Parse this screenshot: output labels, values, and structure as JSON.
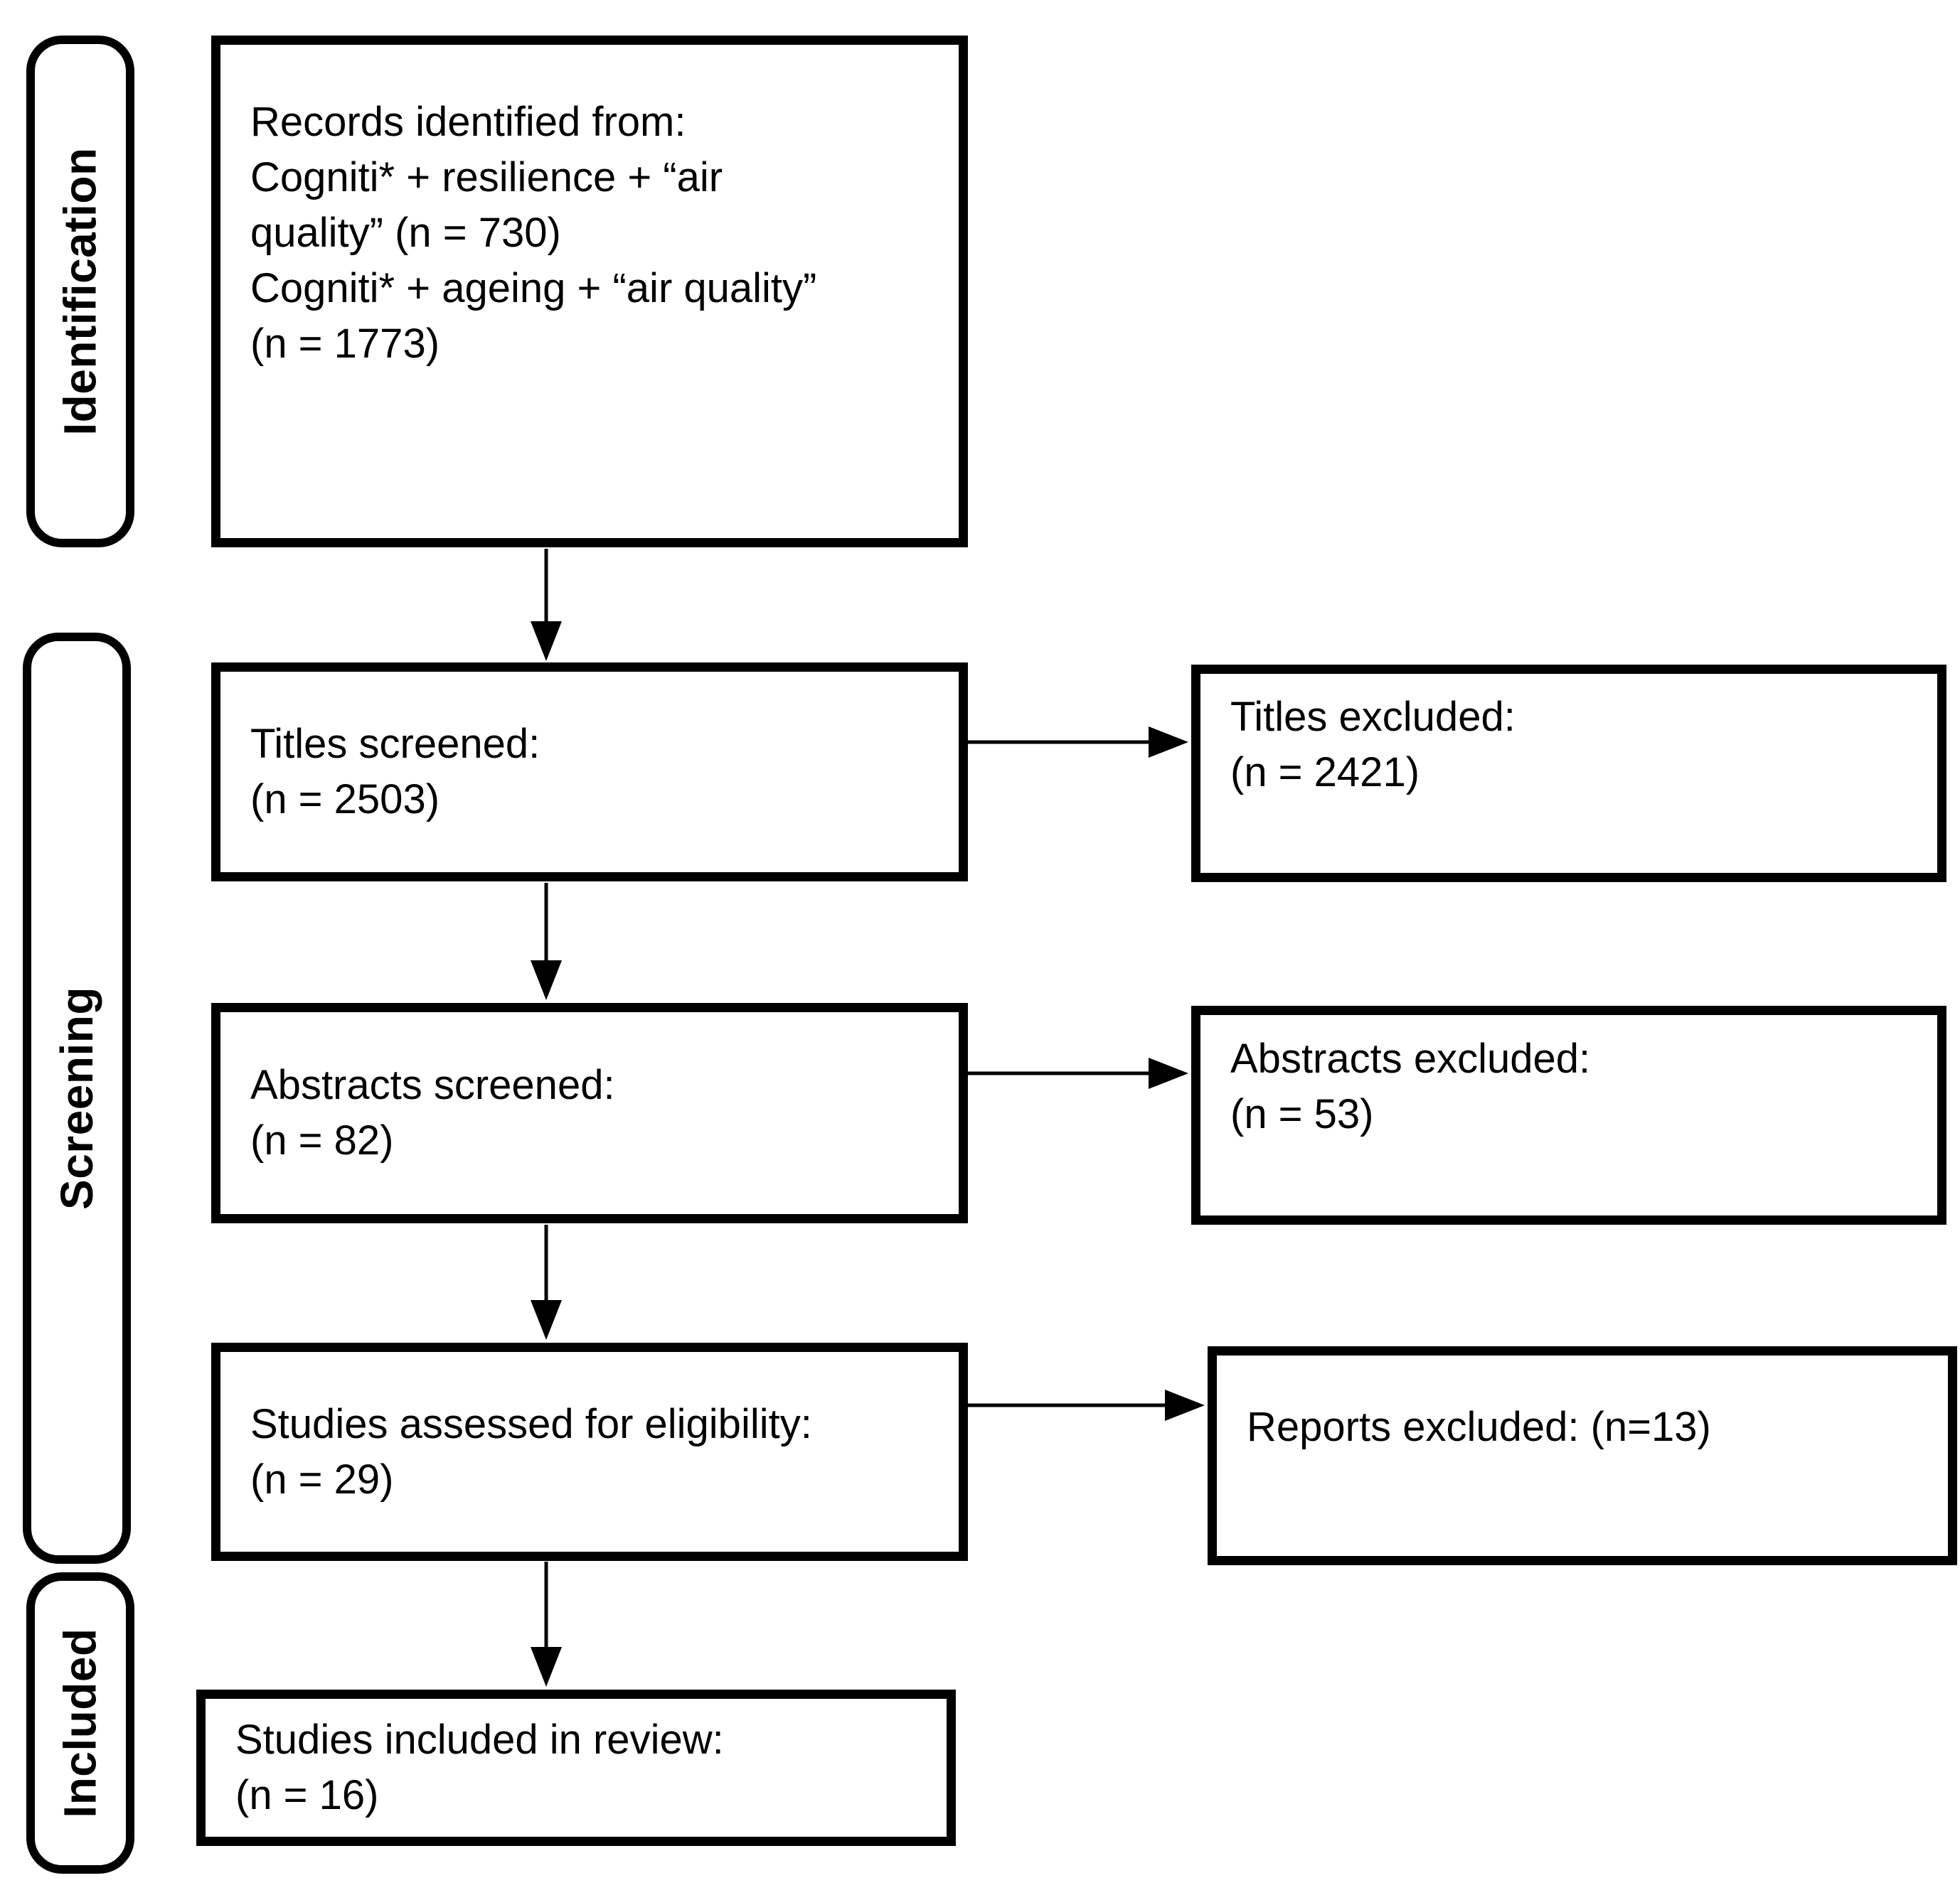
{
  "figure": {
    "type": "prisma-flow-diagram",
    "stages": [
      {
        "label": "Identification"
      },
      {
        "label": "Screening"
      },
      {
        "label": "Included"
      }
    ],
    "boxes": {
      "records_identified": {
        "lines": [
          "Records identified from:",
          "Cogniti* + resilience + “air",
          "quality” (n = 730)",
          "Cogniti* + ageing + “air quality”",
          "(n = 1773)"
        ]
      },
      "titles_screened": {
        "lines": [
          "Titles screened:",
          "(n = 2503)"
        ]
      },
      "titles_excluded": {
        "lines": [
          "Titles excluded:",
          "(n = 2421)"
        ]
      },
      "abstracts_screened": {
        "lines": [
          "Abstracts screened:",
          "(n = 82)"
        ]
      },
      "abstracts_excluded": {
        "lines": [
          "Abstracts excluded:",
          "(n = 53)"
        ]
      },
      "studies_assessed": {
        "lines": [
          "Studies assessed for eligibility:",
          "(n = 29)"
        ]
      },
      "reports_excluded": {
        "lines": [
          "Reports excluded: (n=13)"
        ]
      },
      "studies_included": {
        "lines": [
          "Studies included in review:",
          "(n = 16)"
        ]
      }
    },
    "colors": {
      "border": "#000000",
      "background": "#ffffff",
      "text": "#000000"
    }
  }
}
